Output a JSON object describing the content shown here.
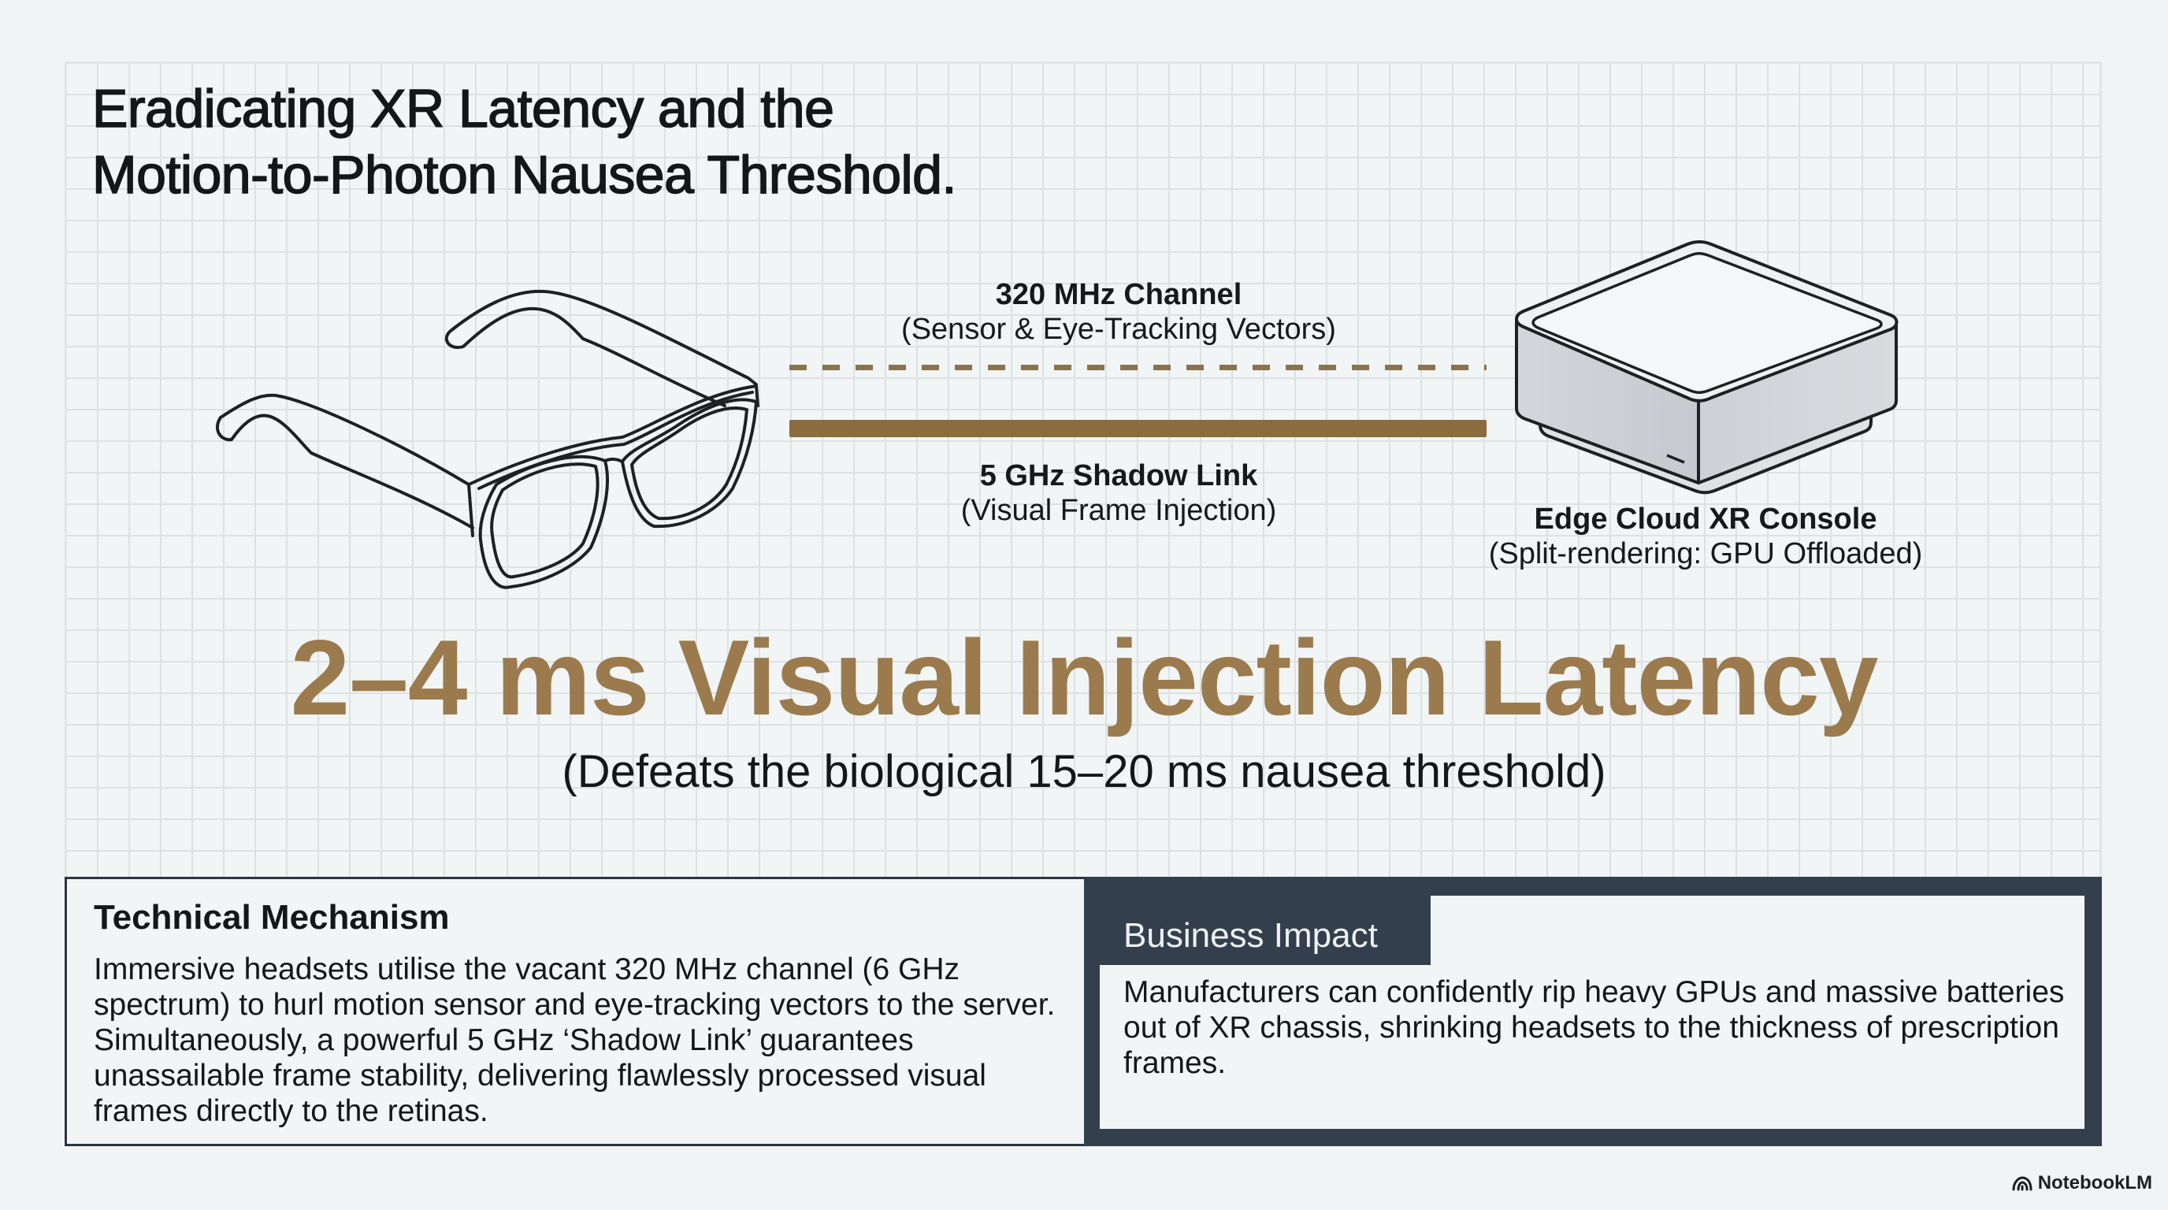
{
  "slide": {
    "title_lines": [
      "Eradicating XR Latency and the",
      "Motion-to-Photon Nausea Threshold."
    ],
    "colors": {
      "accent_gold": "#9b7b4d",
      "link_bar": "#8b6c3f",
      "navy": "#343f4e",
      "background": "#f1f4f5",
      "grid": "#dde1e2"
    }
  },
  "diagram": {
    "left_device": {
      "icon": "smart-glasses-icon"
    },
    "right_device": {
      "icon": "edge-console-icon",
      "label": "Edge Cloud XR Console",
      "sublabel": "(Split-rendering: GPU Offloaded)"
    },
    "channel_320": {
      "label": "320 MHz Channel",
      "sublabel": "(Sensor & Eye-Tracking Vectors)",
      "style": "dashed"
    },
    "channel_5ghz": {
      "label": "5 GHz Shadow Link",
      "sublabel": "(Visual Frame Injection)",
      "style": "solid"
    }
  },
  "headline": {
    "value": "2–4 ms Visual Injection Latency",
    "subtext": "(Defeats the biological 15–20 ms nausea threshold)"
  },
  "panels": {
    "technical": {
      "heading": "Technical Mechanism",
      "body": "Immersive headsets utilise the vacant 320 MHz channel (6 GHz spectrum) to hurl motion sensor and eye-tracking vectors to the server. Simultaneously, a powerful 5 GHz ‘Shadow Link’ guarantees unassailable frame stability, delivering flawlessly processed visual frames directly to the retinas."
    },
    "business": {
      "heading": "Business Impact",
      "body": "Manufacturers can confidently rip heavy GPUs and massive batteries out of XR chassis, shrinking headsets to the thickness of prescription frames."
    }
  },
  "footer": {
    "brand": "NotebookLM",
    "brand_icon": "notebooklm-logo-icon"
  }
}
